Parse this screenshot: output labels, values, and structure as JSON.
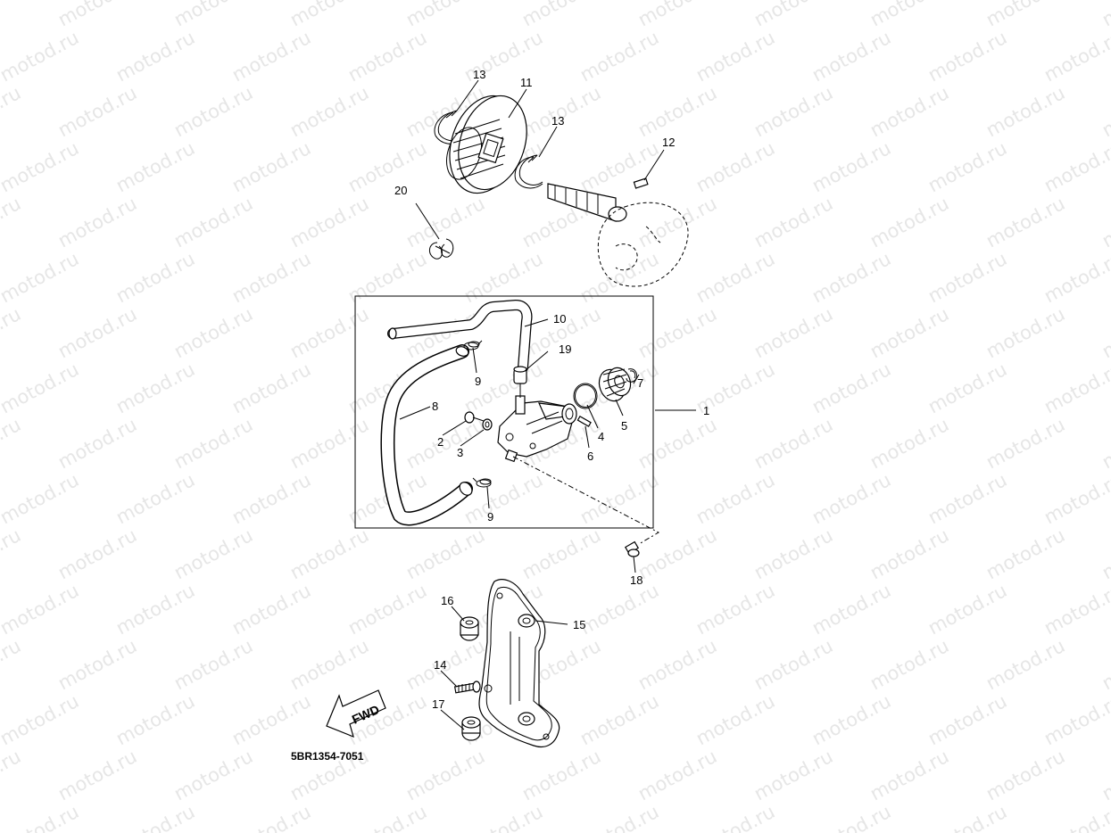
{
  "watermark": {
    "text": "motod.ru",
    "color": "#e6e6e6"
  },
  "diagram_code": "5BR1354-7051",
  "fwd_label": "FWD",
  "callouts": {
    "c1": "1",
    "c2": "2",
    "c3": "3",
    "c4": "4",
    "c5": "5",
    "c6": "6",
    "c7": "7",
    "c8": "8",
    "c9a": "9",
    "c9b": "9",
    "c10": "10",
    "c11": "11",
    "c12": "12",
    "c13a": "13",
    "c13b": "13",
    "c14": "14",
    "c15": "15",
    "c16": "16",
    "c17": "17",
    "c18": "18",
    "c19": "19",
    "c20": "20"
  }
}
